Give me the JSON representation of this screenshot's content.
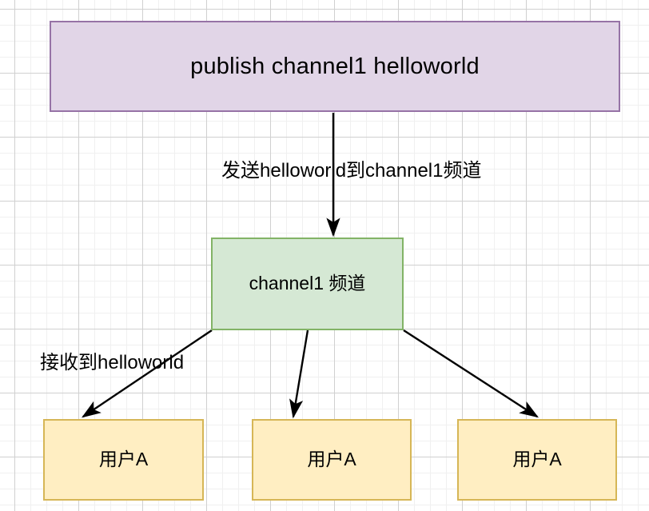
{
  "diagram": {
    "type": "flowchart",
    "title_node": {
      "label": "publish channel1 helloworld",
      "fill": "#e1d5e7",
      "stroke": "#9673a6"
    },
    "channel_node": {
      "label": "channel1 频道",
      "fill": "#d5e8d4",
      "stroke": "#82b366"
    },
    "user_nodes": [
      {
        "label": "用户A",
        "fill": "#ffeec2",
        "stroke": "#d6b656"
      },
      {
        "label": "用户A",
        "fill": "#ffeec2",
        "stroke": "#d6b656"
      },
      {
        "label": "用户A",
        "fill": "#ffeec2",
        "stroke": "#d6b656"
      }
    ],
    "edges": [
      {
        "label": "发送helloworld到channel1频道",
        "from": "publish",
        "to": "channel",
        "color": "#000000"
      },
      {
        "label": "接收到helloworld",
        "from": "channel",
        "to": "user-1",
        "color": "#000000"
      },
      {
        "label": "",
        "from": "channel",
        "to": "user-2",
        "color": "#000000"
      },
      {
        "label": "",
        "from": "channel",
        "to": "user-3",
        "color": "#000000"
      }
    ],
    "background": {
      "grid": "on",
      "minor_color": "#f0f0f0",
      "major_color": "#d0d0d0"
    }
  }
}
